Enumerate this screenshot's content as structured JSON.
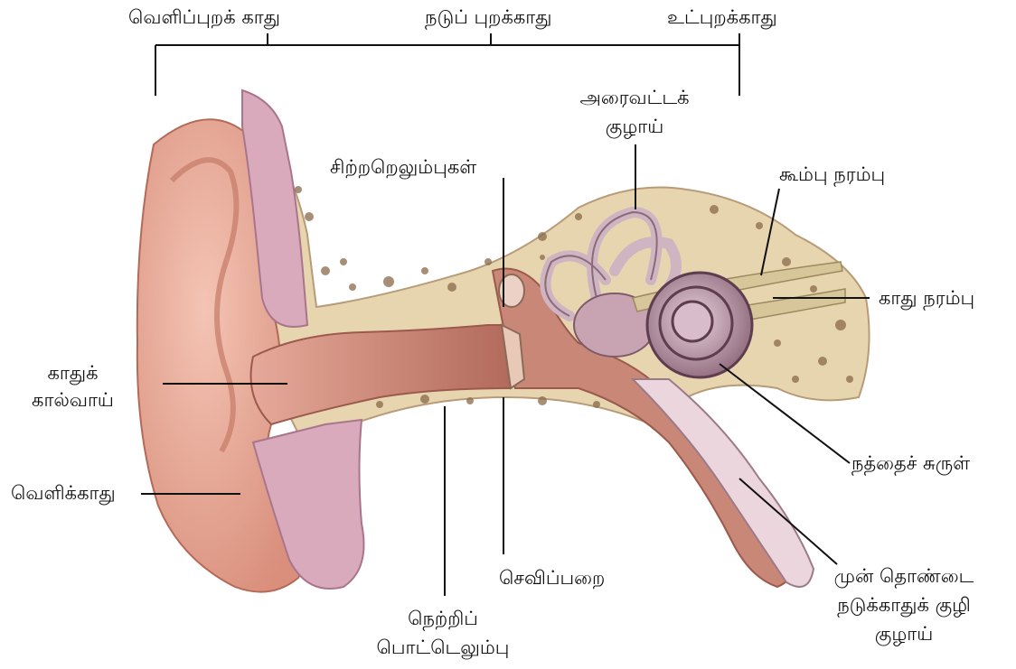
{
  "sections": {
    "outer": "வெளிப்புறக் காது",
    "middle": "நடுப் புறக்காது",
    "inner": "உட்புறக்காது"
  },
  "labels": {
    "semicircular_1": "அரைவட்டக்",
    "semicircular_2": "குழாய்",
    "ossicles": "சிற்றறெலும்புகள்",
    "vestibular_nerve": "கூம்பு நரம்பு",
    "auditory_nerve": "காது நரம்பு",
    "canal_1": "காதுக்",
    "canal_2": "கால்வாய்",
    "pinna": "வெளிக்காது",
    "cochlea": "நத்தைச் சுருள்",
    "eardrum": "செவிப்பறை",
    "temporal_1": "நெற்றிப்",
    "temporal_2": "பொட்டெலும்பு",
    "eustachian_1": "முன் தொண்டை",
    "eustachian_2": "நடுக்காதுக் குழி",
    "eustachian_3": "குழாய்"
  },
  "colors": {
    "skin": "#e9a896",
    "skin_dark": "#c97866",
    "bone": "#e9d8b4",
    "bone_pore": "#8a6a4a",
    "cartilage": "#cfa0b4",
    "canal": "#c98474",
    "inner_ear": "#c8a4b2",
    "nerve": "#d6c69a",
    "line": "#111111"
  }
}
